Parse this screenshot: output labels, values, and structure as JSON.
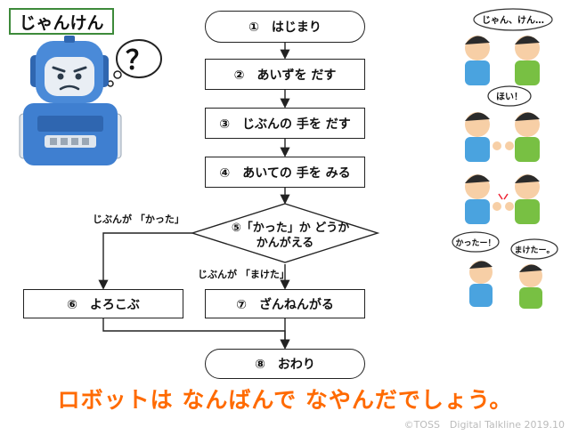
{
  "title": "じゃんけん",
  "flow": {
    "start": "①　はじまり",
    "step2": "②　あいずを だす",
    "step3": "③　じぶんの 手を だす",
    "step4": "④　あいての 手を みる",
    "decision_line1": "⑤「かった」か どうか",
    "decision_line2": "かんがえる",
    "step6": "⑥　よろこぶ",
    "step7": "⑦　ざんねんがる",
    "end": "⑧　おわり",
    "branch_win": "じぶんが 「かった」",
    "branch_lose": "じぶんが 「まけた」"
  },
  "robot_thought": "？",
  "speech": {
    "panel1": "じゃん、けん…",
    "panel2": "ほい！",
    "panel4_left": "かったー！",
    "panel4_right": "まけたー。"
  },
  "question": "ロボットは なんばんで なやんだでしょう。",
  "credit": "©TOSS　Digital Talkline 2019.10",
  "colors": {
    "accent": "#ff6a00",
    "title_border": "#3d8a3a",
    "robot": "#3f7fd0",
    "boy_blue_shirt": "#4aa3df",
    "boy_green_shirt": "#78c043"
  }
}
